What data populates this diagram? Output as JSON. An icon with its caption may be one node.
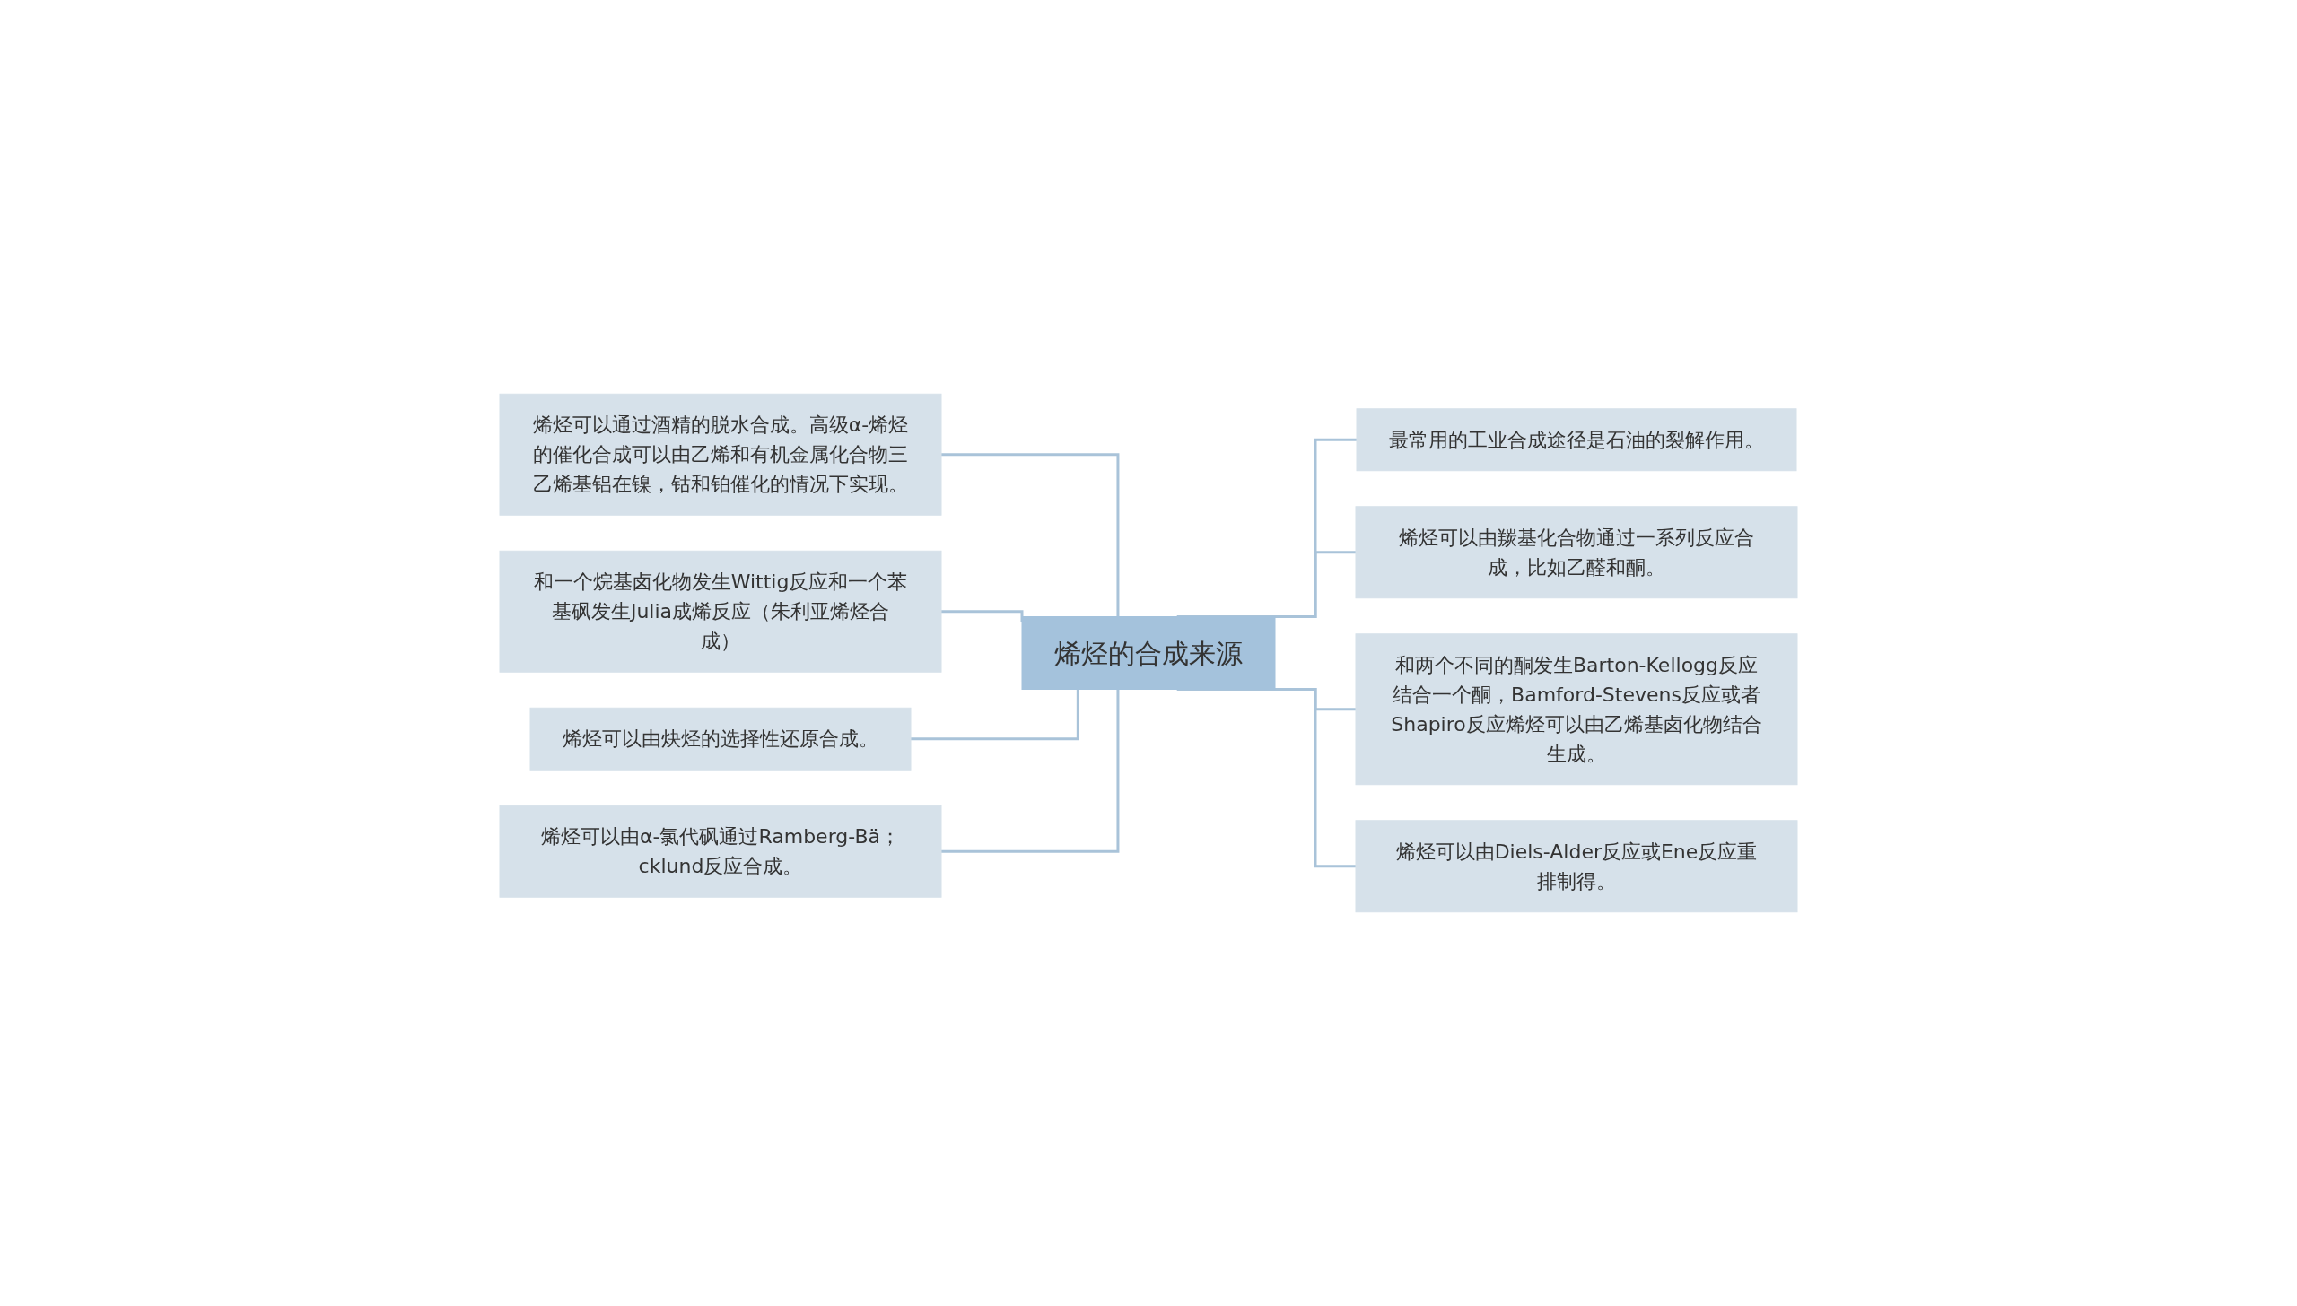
{
  "diagram": {
    "nodes": [
      {
        "text": [
          "烯烃的合成来源"
        ]
      },
      {
        "text": [
          "烯烃可以通过酒精的脱水合成。高级α-烯烃的催化合成可以由乙烯和有机金属化合物三乙烯基铝在镍，钴和铂催化的情况下实现。"
        ]
      },
      {
        "text": [
          "和一个烷基卤化物发生Wittig反应和一个苯基砜发生Julia成烯反应（朱利亚烯烃合成）"
        ]
      },
      {
        "text": [
          "烯烃可以由炔烃的选择性还原合成。"
        ]
      },
      {
        "text": [
          "烯烃可以由α-氯代砜通过Ramberg-Bä；cklund反应合成。"
        ]
      },
      {
        "text": [
          "最常用的工业合成途径是石油的裂解作用。"
        ]
      },
      {
        "text": [
          "烯烃可以由羰基化合物通过一系列反应合成，比如乙醛和酮。"
        ]
      },
      {
        "text": [
          "和两个不同的酮发生Barton-Kellogg反应结合一个酮，Bamford-Stevens反应或者Shapiro反应烯烃可以由乙烯基卤化物结合生成。"
        ]
      },
      {
        "text": [
          "烯烃可以由Diels-Alder反应或Ene反应重排制得。"
        ]
      }
    ],
    "edges": [
      {
        "from": 0,
        "to": 1,
        "arrow": "none"
      },
      {
        "from": 0,
        "to": 2,
        "arrow": "none"
      },
      {
        "from": 0,
        "to": 3,
        "arrow": "none"
      },
      {
        "from": 0,
        "to": 4,
        "arrow": "none"
      },
      {
        "from": 0,
        "to": 5,
        "arrow": "none"
      },
      {
        "from": 0,
        "to": 6,
        "arrow": "none"
      },
      {
        "from": 0,
        "to": 7,
        "arrow": "none"
      },
      {
        "from": 0,
        "to": 8,
        "arrow": "none"
      }
    ]
  }
}
